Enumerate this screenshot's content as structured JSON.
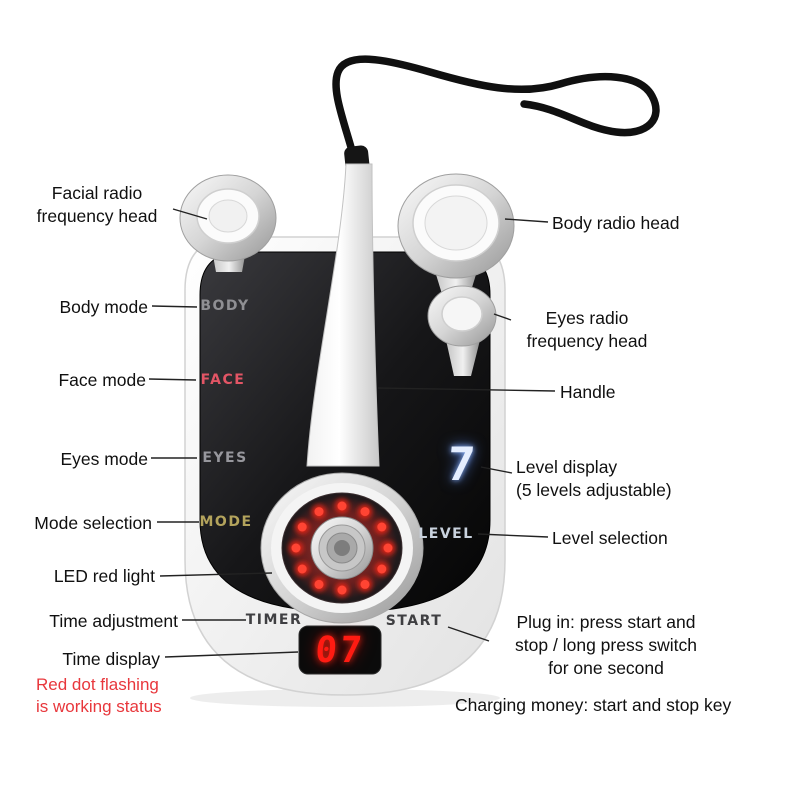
{
  "device": {
    "panel": {
      "body_label": "BODY",
      "face_label": "FACE",
      "eyes_label": "EYES",
      "mode_label": "MODE",
      "level_label": "LEVEL",
      "timer_label": "TIMER",
      "start_label": "START"
    },
    "displays": {
      "level_value": "7",
      "timer_value": "07"
    },
    "colors": {
      "face_label": "#e25565",
      "mode_label": "#b3a35c",
      "level_label": "#c9d2de",
      "led_red": "#ff3b2a",
      "timer_digits": "#ff1b12",
      "level_digit": "#e4edff",
      "annotation_red": "#e8373c"
    }
  },
  "annotations": {
    "facial_head": {
      "lines": [
        "Facial radio",
        "frequency head"
      ]
    },
    "body_mode": {
      "label": "Body mode"
    },
    "face_mode": {
      "label": "Face mode"
    },
    "eyes_mode": {
      "label": "Eyes mode"
    },
    "mode_selection": {
      "label": "Mode selection"
    },
    "led_red_light": {
      "label": "LED red light"
    },
    "time_adjustment": {
      "label": "Time adjustment"
    },
    "time_display": {
      "label": "Time display"
    },
    "working_status": {
      "lines": [
        "Red dot flashing",
        "is working status"
      ]
    },
    "body_radio_head": {
      "label": "Body radio head"
    },
    "eyes_head": {
      "lines": [
        "Eyes radio",
        "frequency head"
      ]
    },
    "handle": {
      "label": "Handle"
    },
    "level_display": {
      "lines": [
        "Level display",
        "(5 levels adjustable)"
      ]
    },
    "level_selection": {
      "label": "Level selection"
    },
    "plug_in": {
      "lines": [
        "Plug in: press start and",
        "stop / long press switch",
        "for one second"
      ]
    },
    "charging": {
      "label": "Charging money: start and stop key"
    }
  }
}
